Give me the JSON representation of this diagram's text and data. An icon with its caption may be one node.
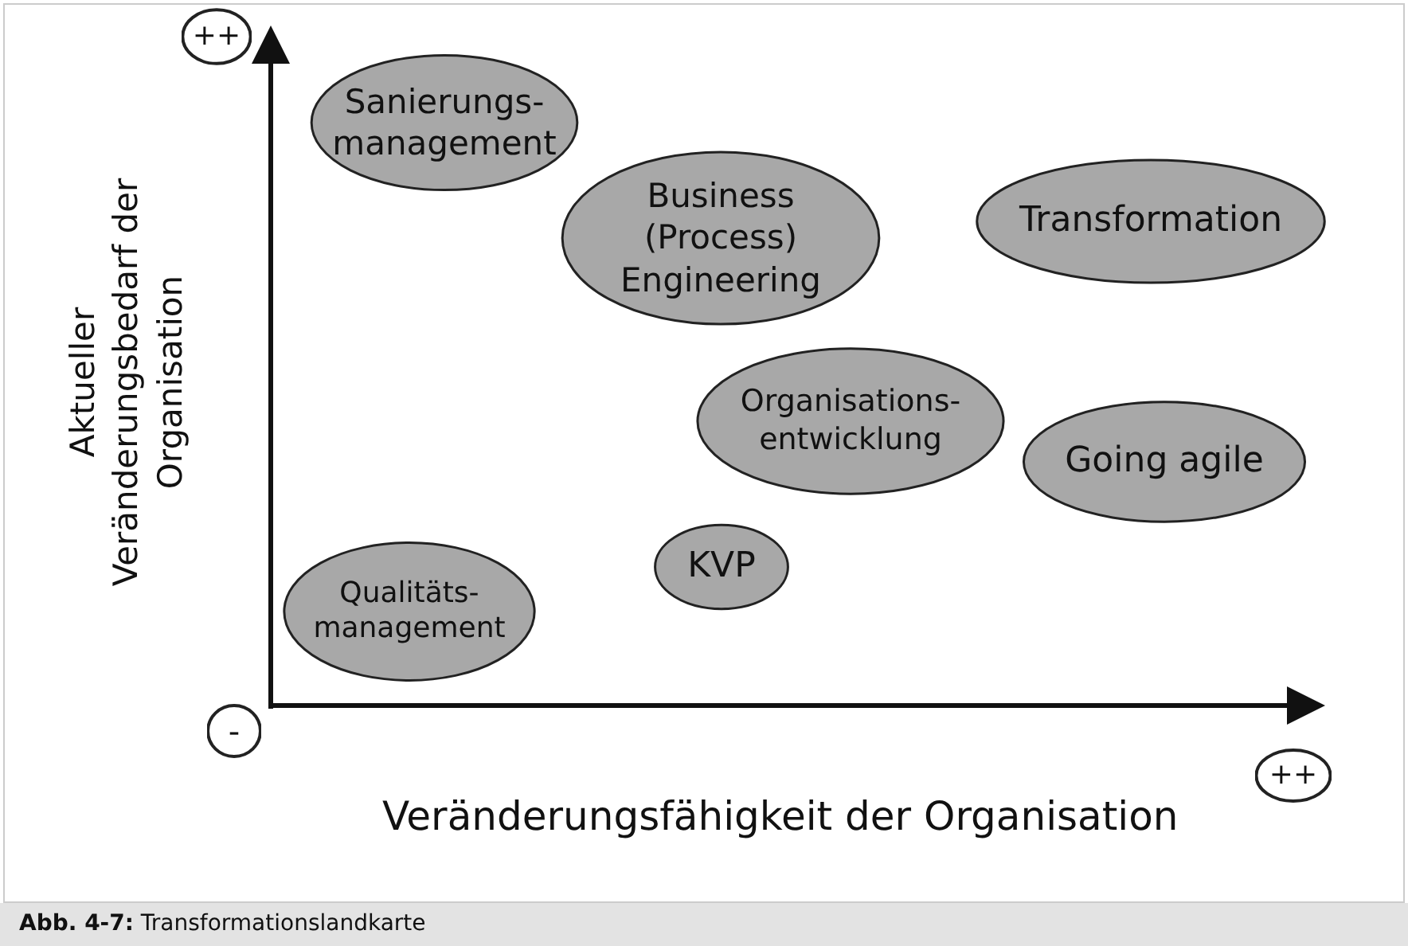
{
  "diagram": {
    "caption": "**Abb. 4-7:** Transformationslandkarte",
    "nodes": [
      {
        "text": [
          "Sanierungs-management"
        ]
      },
      {
        "text": [
          "Business (Process) Engineering"
        ]
      },
      {
        "text": [
          "Transformation"
        ]
      },
      {
        "text": [
          "Organisations-entwicklung"
        ]
      },
      {
        "text": [
          "Going agile"
        ]
      },
      {
        "text": [
          "Qualitäts-management"
        ]
      },
      {
        "text": [
          "KVP"
        ]
      },
      {
        "text": [
          "++"
        ]
      },
      {
        "text": [
          "-"
        ]
      },
      {
        "text": [
          "++"
        ]
      }
    ],
    "labels": [
      "Aktueller Veränderungsbedarf der Organisation",
      "Veränderungsfähigkeit der Organisation"
    ]
  }
}
